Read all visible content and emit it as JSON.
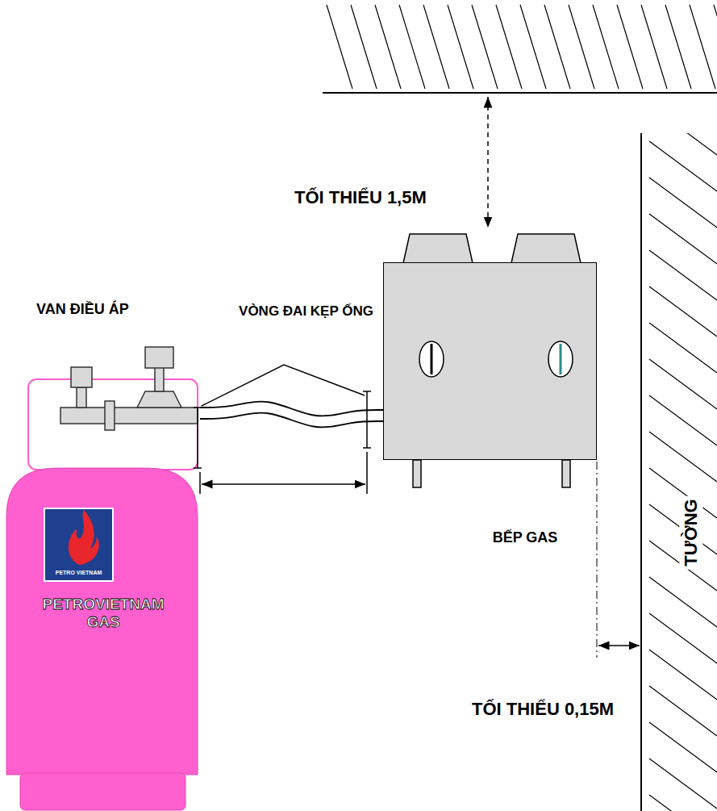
{
  "diagram": {
    "nodes": [
      {
        "text": [
          "PETROVIETNAM GAS"
        ]
      },
      {
        "text": [
          "PETRO VIETNAM"
        ],
        "in": 0
      },
      {
        "text": [
          "BẾP GAS"
        ]
      },
      {
        "text": [
          "TƯỜNG"
        ]
      }
    ],
    "edges": [
      {
        "from": 0,
        "to": 2,
        "arrow": "none"
      }
    ],
    "labels": [
      "TỐI THIỂU 1,5M",
      "VAN ĐIỀU ÁP",
      "VÒNG ĐAI KẸP ỐNG",
      "TỐI THIỂU 0,15M"
    ]
  }
}
